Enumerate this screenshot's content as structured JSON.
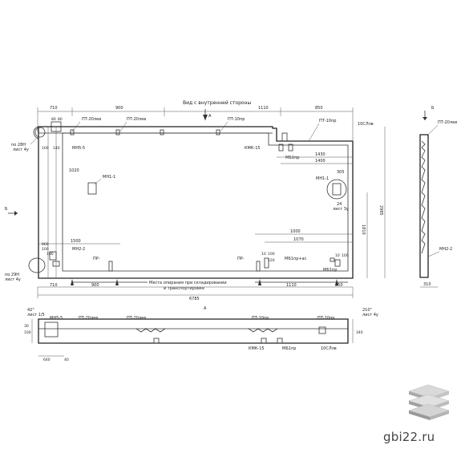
{
  "view_title": "Вид с внутренней стороны",
  "section_arrow_top": "А",
  "section_label_right": "Б",
  "section_arrow_left": "Б",
  "section_label_bottom": "А",
  "top_dims": [
    "710",
    "900",
    "1110",
    "850"
  ],
  "bottom_dims": [
    "710",
    "900",
    "1110",
    "850"
  ],
  "overall_length": "6785",
  "right_height": "2985",
  "inner_height": "1810",
  "dim_1430": "1430",
  "dim_1400": "1400",
  "dim_1000": "1000",
  "dim_1070": "1070",
  "dim_1020": "1020",
  "dim_1500": "1500",
  "dim_305": "305",
  "dim_800": "800",
  "small_dims": [
    "80",
    "80",
    "100",
    "140",
    "100",
    "100",
    "10",
    "100",
    "120",
    "10",
    "100"
  ],
  "labels": {
    "pt20_1": "ПТ-20лев",
    "pt20_2": "ПТ-20лев",
    "pt10_1": "ПТ-10пр",
    "pt10_2": "ПТ-10пр",
    "sj10": "10СЛлв",
    "mn5": "МН5-5",
    "mn1_top": "МН1-1",
    "mn1_right": "МН1-1",
    "mn2": "МН2-2",
    "km15": "КМК-15",
    "mb1_top": "МБ1пр",
    "mb1_bottom": "МБ1пр",
    "mb1_bot2": "МБ1пр+ас",
    "pr_left": "ПР-",
    "pr_mid": "ПР-",
    "pr_small": "ПР",
    "node_28": "по 28Н\nлист 4у",
    "node_29": "по 29Н\nлист 4у",
    "node_24": "24\nлист 3у",
    "storage_note_1": "Места опирания при складировании",
    "storage_note_2": "и транспортировке"
  },
  "section_a": {
    "labels": [
      "МН5-5",
      "ПТ-20лев",
      "ПТ-20лев",
      "ПТ-10пр",
      "ПТ-10пр",
      "КМК-15",
      "МБ1пр",
      "10СЛлв"
    ],
    "dims": [
      "640",
      "40",
      "100",
      "30",
      "340"
    ],
    "node_left": "42\"\nлист 1/5",
    "node_right": "210\"\nлист 4у"
  },
  "section_b": {
    "labels": [
      "ПТ-20лев",
      "МН2-2"
    ],
    "dims": [
      "310"
    ]
  },
  "watermark": "gbi22.ru"
}
